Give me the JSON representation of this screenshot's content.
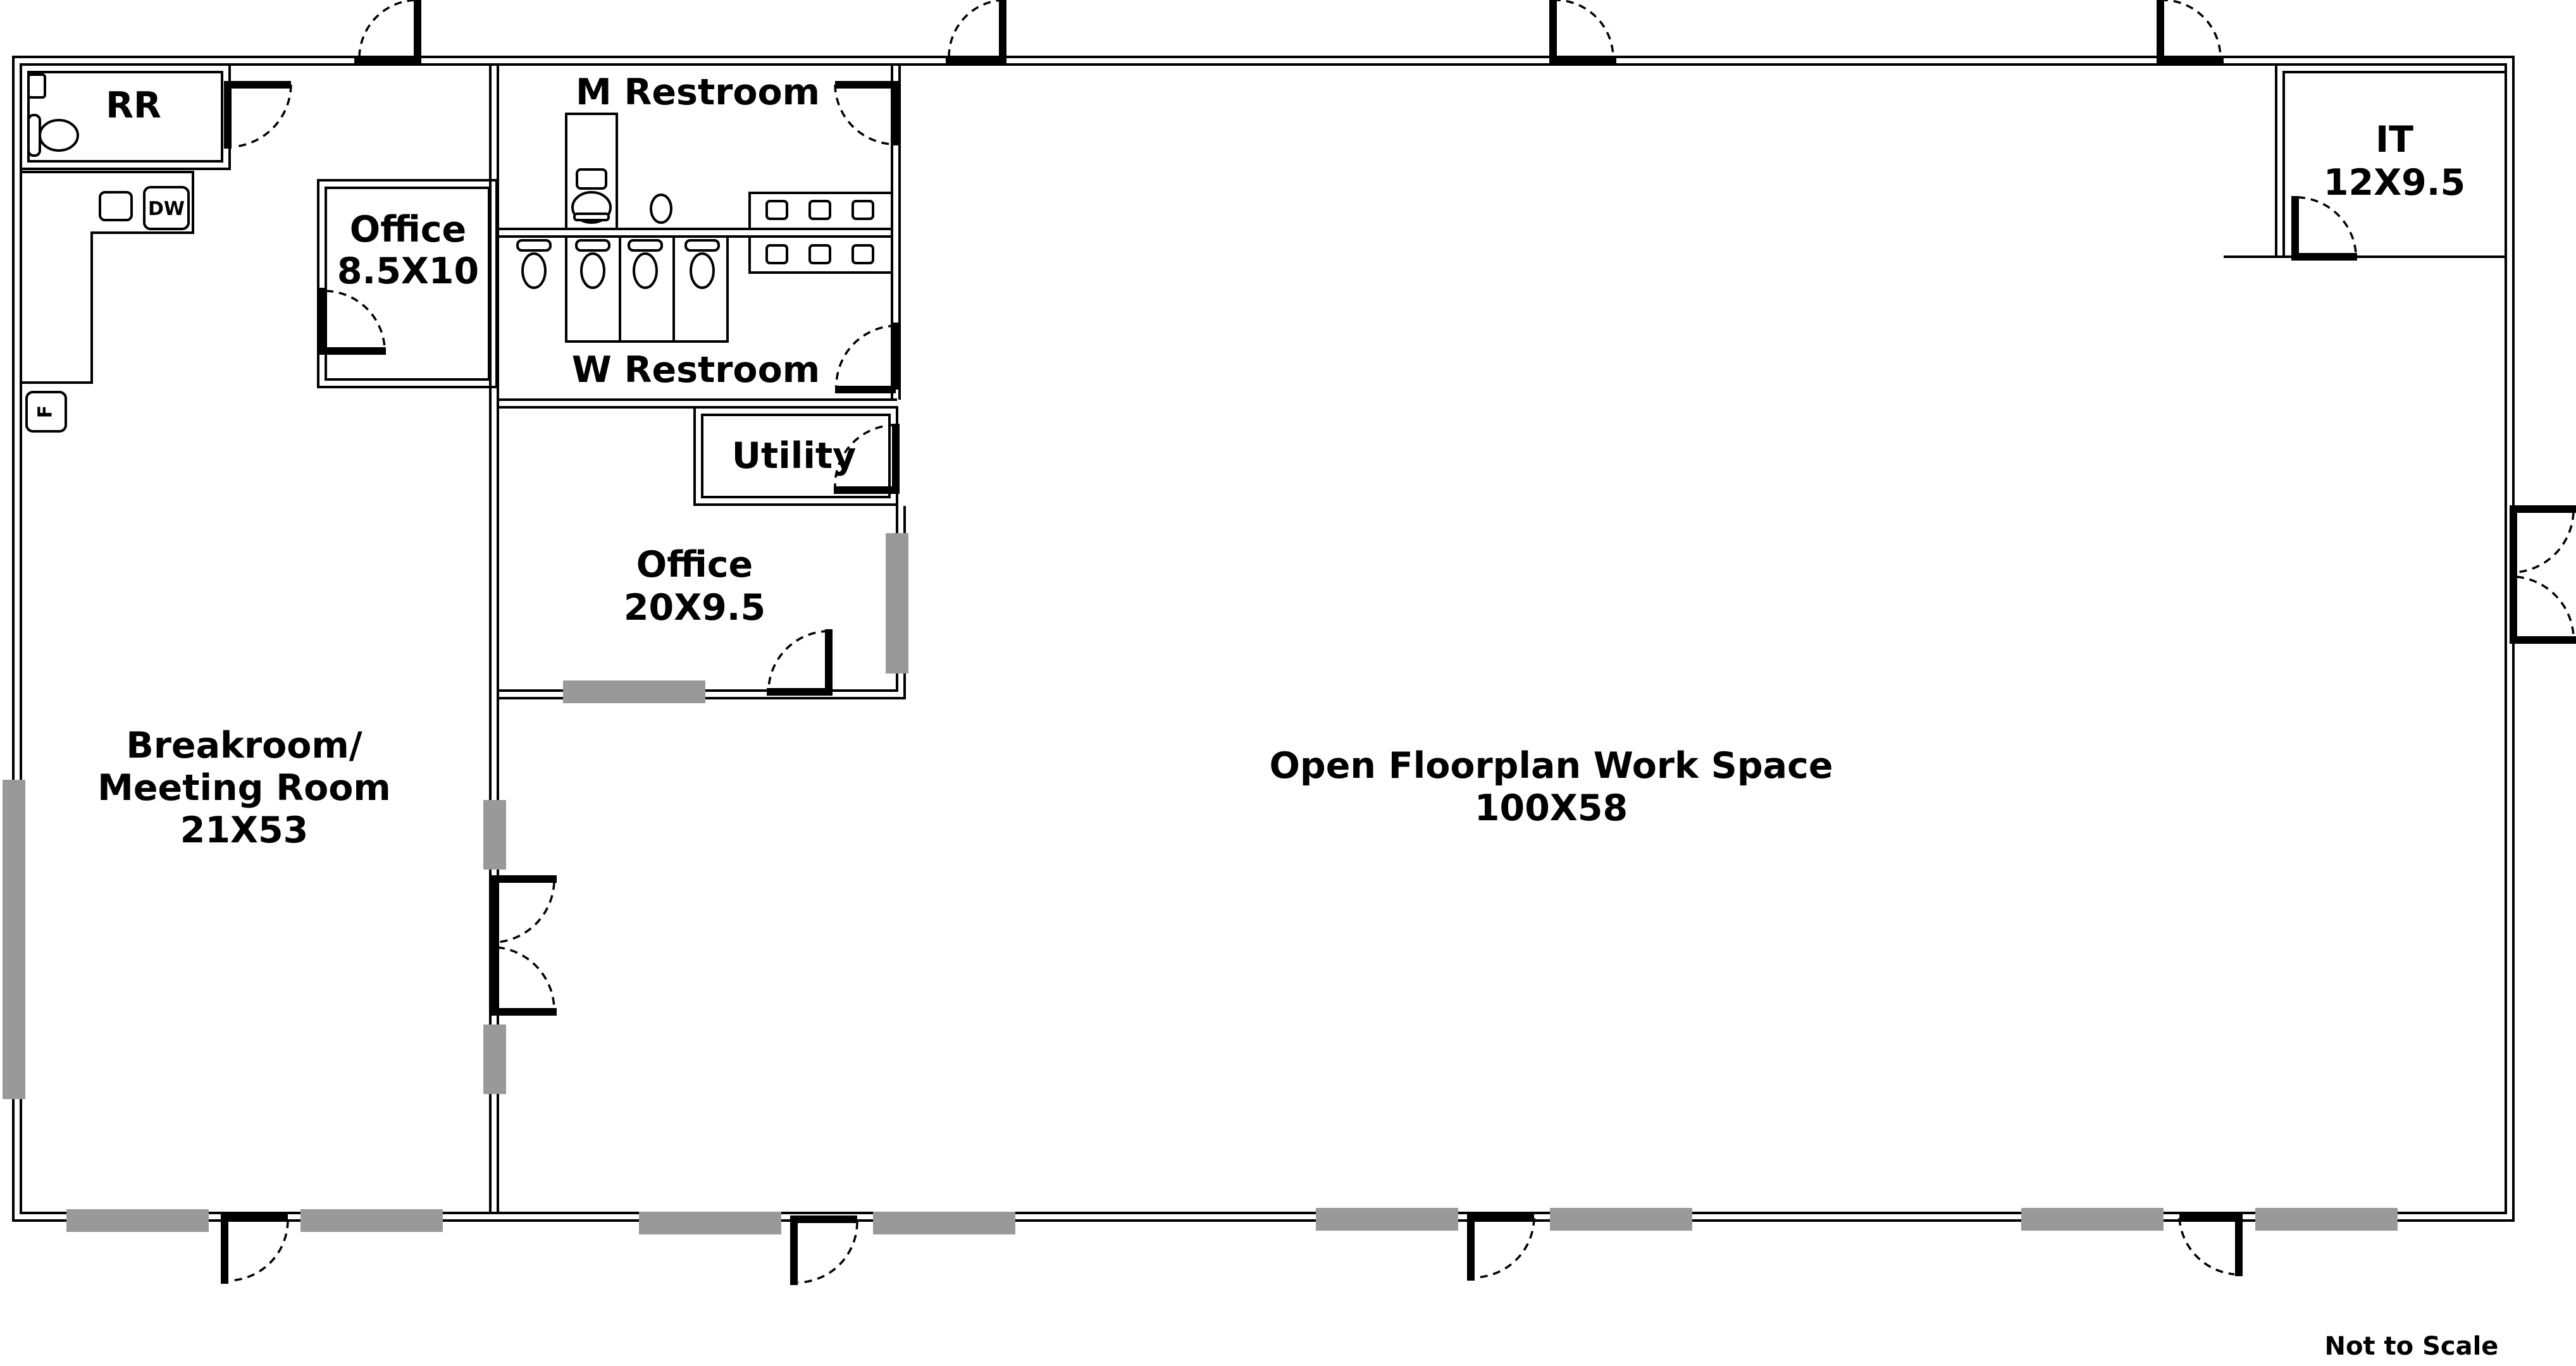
{
  "rooms": {
    "rr": "RR",
    "office_small_name": "Office",
    "office_small_size": "8.5X10",
    "m_restroom": "M Restroom",
    "w_restroom": "W Restroom",
    "utility": "Utility",
    "office_mid_name": "Office",
    "office_mid_size": "20X9.5",
    "it_name": "IT",
    "it_size": "12X9.5",
    "breakroom_line1": "Breakroom/",
    "breakroom_line2": "Meeting Room",
    "breakroom_size": "21X53",
    "open_name": "Open Floorplan Work Space",
    "open_size": "100X58"
  },
  "fixtures": {
    "dishwasher": "DW",
    "fridge": "F"
  },
  "note": "Not to Scale"
}
